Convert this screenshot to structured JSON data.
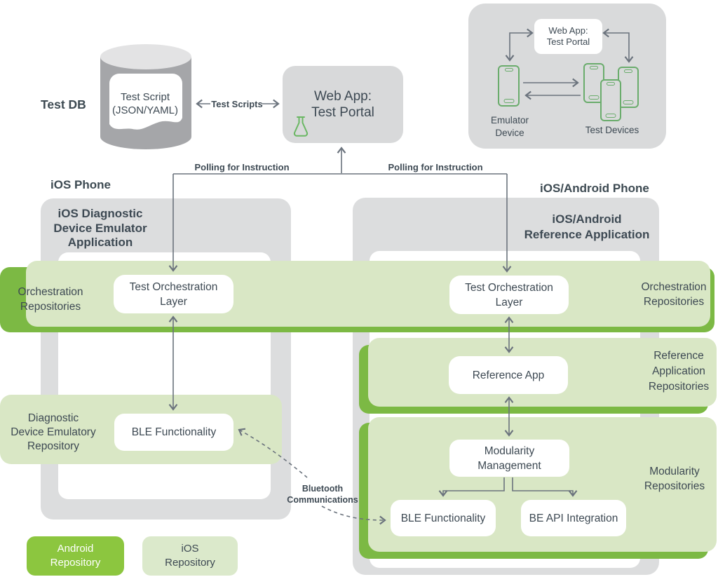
{
  "colors": {
    "accent_green": "#7cb944",
    "android_green": "#8cc63f",
    "band_light_green": "#d9e7c5",
    "legend_ios_green": "#dbe9cb",
    "box_gray": "#dcddde",
    "cylinder_gray": "#a5a6a9",
    "cylinder_top_gray": "#e3e3e4",
    "text_dark": "#3d4953",
    "arrow_gray": "#6b737d",
    "icon_green": "#6aac6c"
  },
  "top": {
    "test_db_label": "Test DB",
    "cylinder_text": "Test Script\n(JSON/YAML)",
    "test_scripts_label": "Test Scripts",
    "web_app": "Web App:\nTest Portal"
  },
  "devices_panel": {
    "web_app": "Web App:\nTest Portal",
    "emulator_label": "Emulator\nDevice",
    "test_devices_label": "Test Devices"
  },
  "polling": {
    "left": "Polling for Instruction",
    "right": "Polling for Instruction"
  },
  "left_phone": {
    "section_label": "iOS Phone",
    "title": "iOS Diagnostic\nDevice Emulator\nApplication"
  },
  "right_phone": {
    "section_label": "iOS/Android Phone",
    "title": "iOS/Android\nReference Application"
  },
  "bands": {
    "orchestration": {
      "left_label": "Orchestration\nRepositories",
      "right_label": "Orchestration\nRepositories"
    },
    "reference": {
      "label": "Reference\nApplication\nRepositories"
    },
    "modularity": {
      "label": "Modularity\nRepositories"
    },
    "diagnostic": {
      "label": "Diagnostic\nDevice Emulatory\nRepository"
    }
  },
  "nodes": {
    "tol_left": "Test Orchestration\nLayer",
    "tol_right": "Test Orchestration\nLayer",
    "ble_left": "BLE Functionality",
    "reference_app": "Reference App",
    "modularity_management": "Modularity\nManagement",
    "ble_right": "BLE Functionality",
    "be_api": "BE API Integration"
  },
  "bluetooth_label": "Bluetooth\nCommunications",
  "legend": {
    "android": "Android\nRepository",
    "ios": "iOS\nRepository"
  }
}
